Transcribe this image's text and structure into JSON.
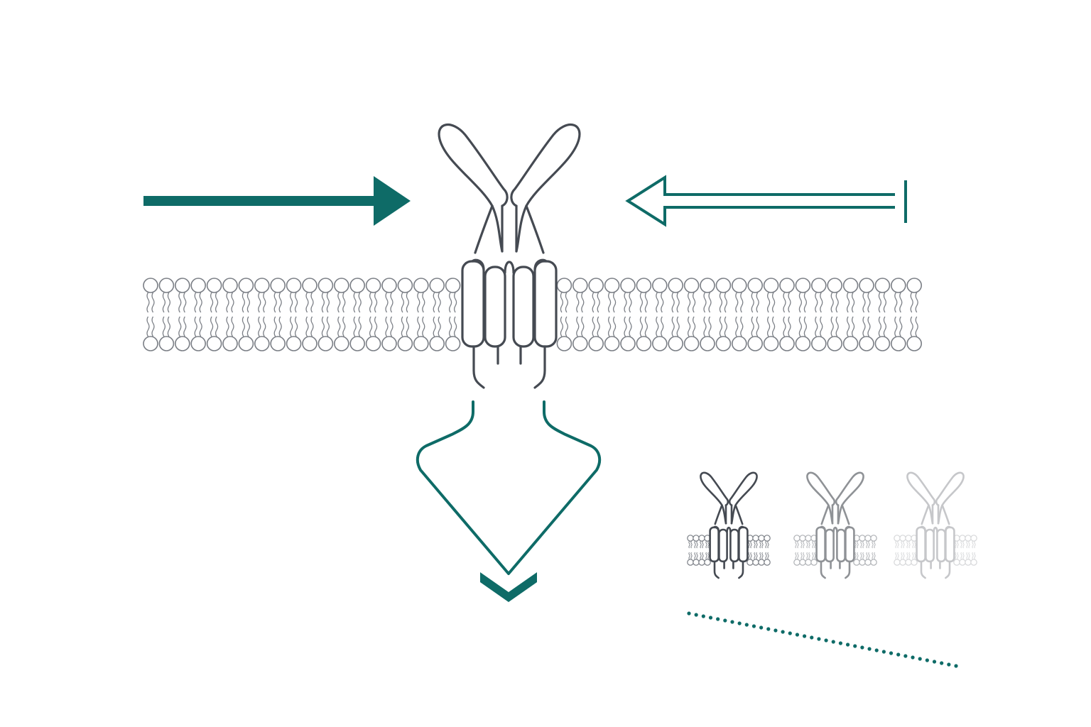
{
  "colors": {
    "background": "#ffffff",
    "receptor": "#454a52",
    "membrane": "#7a7e85",
    "accent": "#0e6b67"
  },
  "icons": {
    "activation_arrow": "filled-arrow-right-icon",
    "inhibition_arrow": "hollow-arrow-left-inhibitor-icon",
    "signal_arrow": "chevron-down-icon",
    "receptor": "dimeric-transmembrane-receptor-icon",
    "membrane": "lipid-bilayer-icon"
  },
  "receptor_series": {
    "count": 3,
    "opacity_levels": [
      1,
      0.6,
      0.3
    ],
    "trend": "decreasing"
  }
}
